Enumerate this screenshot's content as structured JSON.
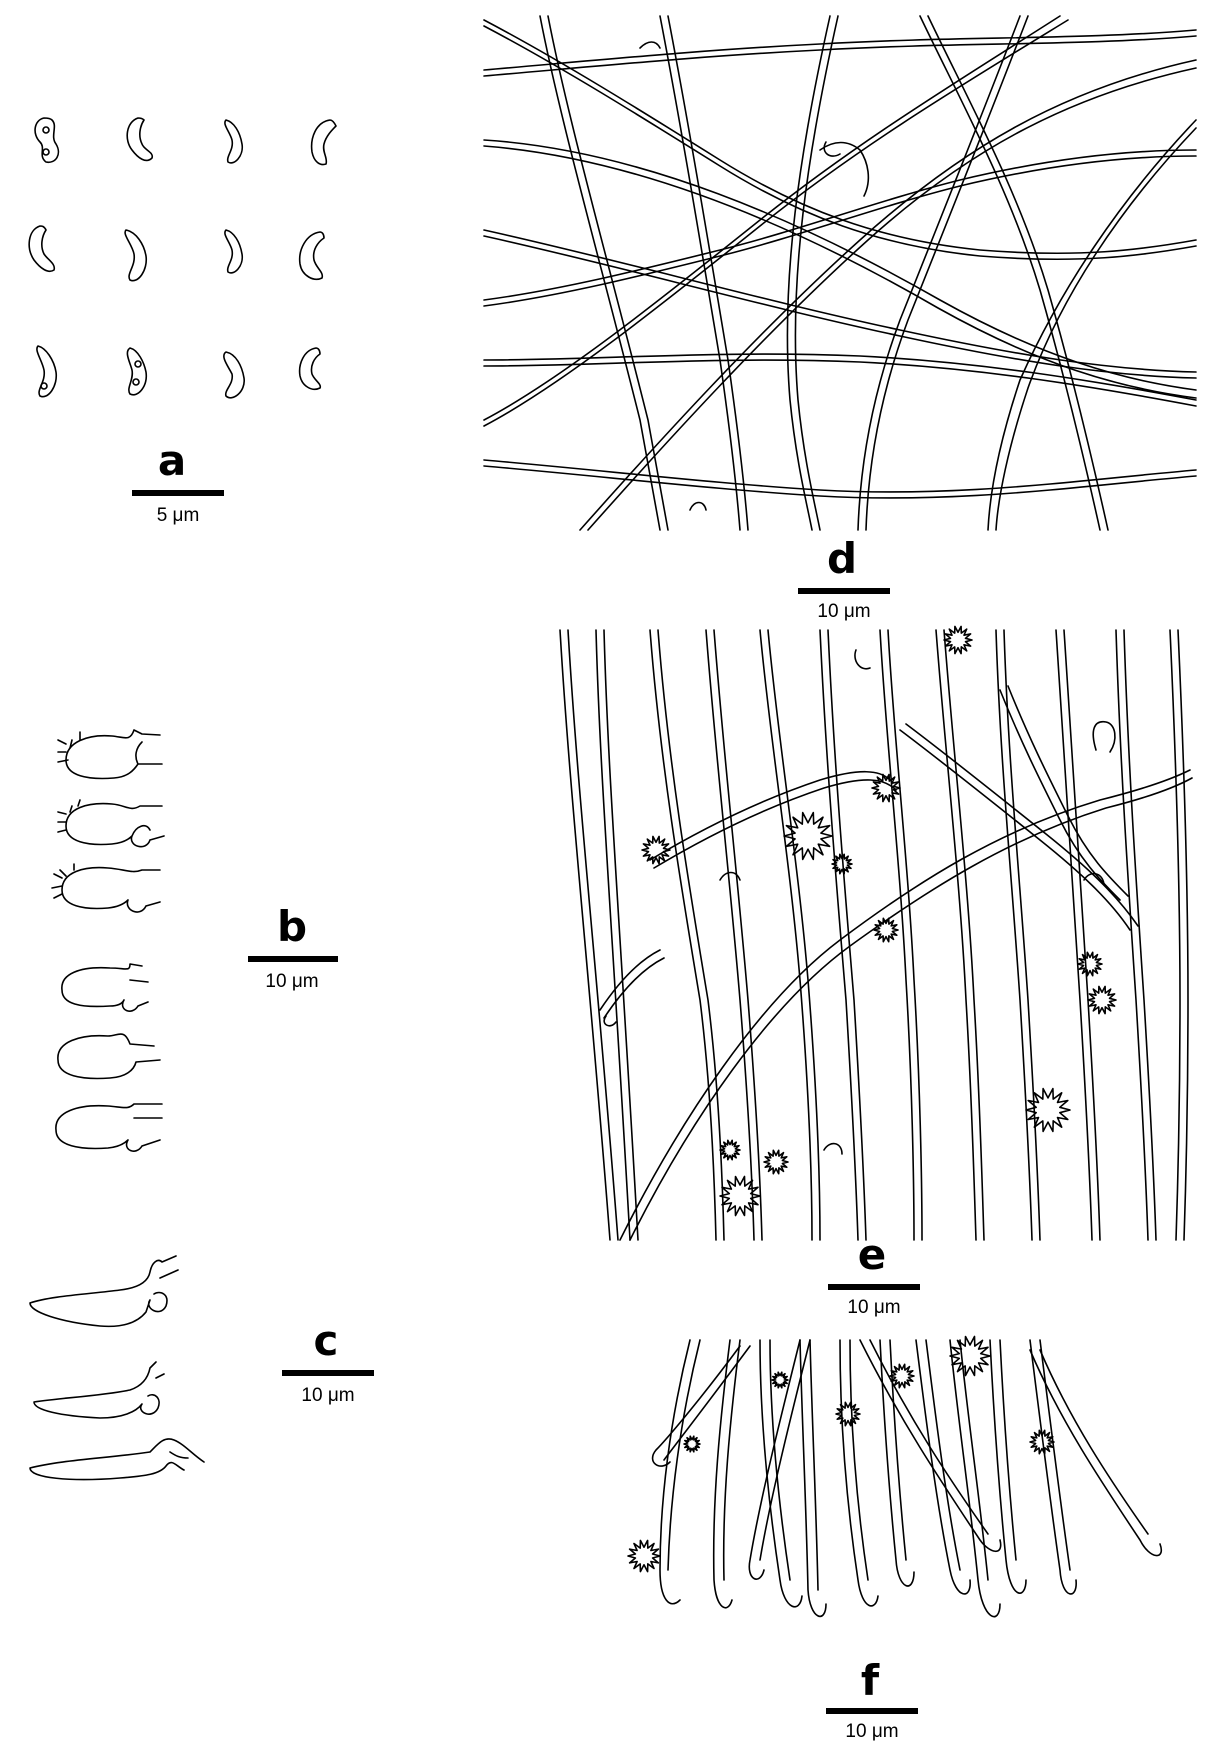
{
  "panels": {
    "a": {
      "letter": "a",
      "scale": "5 μm"
    },
    "b": {
      "letter": "b",
      "scale": "10 μm"
    },
    "c": {
      "letter": "c",
      "scale": "10 μm"
    },
    "d": {
      "letter": "d",
      "scale": "10 μm"
    },
    "e": {
      "letter": "e",
      "scale": "10 μm"
    },
    "f": {
      "letter": "f",
      "scale": "10 μm"
    }
  }
}
